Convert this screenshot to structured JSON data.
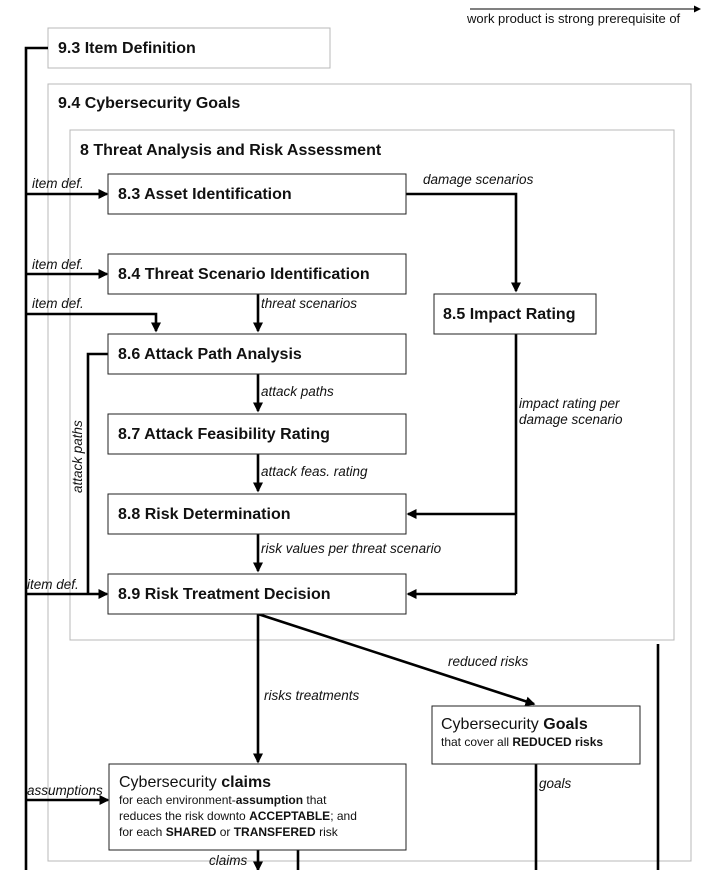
{
  "legend": {
    "text": "work product is strong prerequisite of"
  },
  "boxes": {
    "item_definition": "9.3 Item Definition",
    "cybersecurity_goals_frame": "9.4 Cybersecurity Goals",
    "tara_frame": "8 Threat Analysis and Risk Assessment",
    "asset_identification": "8.3 Asset Identification",
    "threat_scenario_identification": "8.4 Threat Scenario Identification",
    "impact_rating": "8.5 Impact Rating",
    "attack_path_analysis": "8.6 Attack Path Analysis",
    "attack_feasibility_rating": "8.7 Attack Feasibility Rating",
    "risk_determination": "8.8 Risk Determination",
    "risk_treatment_decision": "8.9 Risk Treatment Decision"
  },
  "goals_box": {
    "prefix": "Cybersecurity ",
    "bold": "Goals",
    "line2_prefix": "that cover all ",
    "line2_bold": "REDUCED risks"
  },
  "claims_box": {
    "prefix": "Cybersecurity ",
    "bold": "claims",
    "line1": "for each environment-",
    "line1_bold": "assumption",
    "line1_suffix": " that",
    "line2": "reduces the risk downto ",
    "line2_bold": "ACCEPTABLE",
    "line2_suffix": "; and",
    "line3": "for each ",
    "line3_bold1": "SHARED",
    "line3_mid": " or ",
    "line3_bold2": "TRANSFERED",
    "line3_suffix": " risk"
  },
  "labels": {
    "item_def_1": "item def.",
    "item_def_2": "item def.",
    "item_def_3": "item def.",
    "item_def_4": "item def.",
    "damage_scenarios": "damage scenarios",
    "threat_scenarios": "threat scenarios",
    "attack_paths": "attack paths",
    "attack_paths_vertical": "attack paths",
    "attack_feas_rating": "attack feas. rating",
    "impact_rating_line1": "impact rating per",
    "impact_rating_line2": "damage scenario",
    "risk_values": "risk values per threat scenario",
    "reduced_risks": "reduced risks",
    "risks_treatments": "risks treatments",
    "assumptions": "assumptions",
    "goals": "goals",
    "claims": "claims"
  }
}
